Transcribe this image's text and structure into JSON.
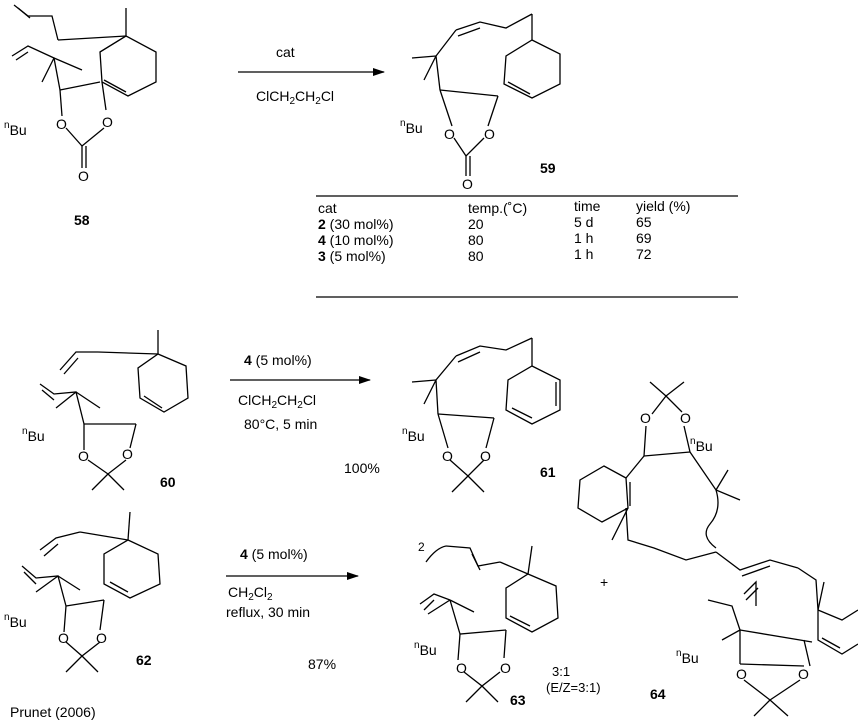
{
  "rows": [
    {
      "reactant": {
        "label": "58",
        "substituent_sup": "n",
        "substituent": "Bu",
        "carbonyl_O": "O",
        "ring_O1": "O",
        "ring_O2": "O"
      },
      "conditions": {
        "above": "cat",
        "below": {
          "a": "ClCH",
          "sub1": "2",
          "b": "CH",
          "sub2": "2",
          "c": "Cl"
        }
      },
      "product": {
        "label": "59",
        "substituent_sup": "n",
        "substituent": "Bu",
        "carbonyl_O": "O",
        "ring_O1": "O",
        "ring_O2": "O"
      }
    },
    {
      "reactant": {
        "label": "60",
        "substituent_sup": "n",
        "substituent": "Bu",
        "ring_O1": "O",
        "ring_O2": "O"
      },
      "conditions": {
        "catalyst": "4",
        "loading": " (5 mol%)",
        "solvent": {
          "a": "ClCH",
          "sub1": "2",
          "b": "CH",
          "sub2": "2",
          "c": "Cl"
        },
        "temp_time": "80°C, 5 min"
      },
      "yield": "100%",
      "product": {
        "label": "61",
        "substituent_sup": "n",
        "substituent": "Bu",
        "ring_O1": "O",
        "ring_O2": "O"
      }
    },
    {
      "reactant": {
        "label": "62",
        "substituent_sup": "n",
        "substituent": "Bu",
        "ring_O1": "O",
        "ring_O2": "O"
      },
      "conditions": {
        "catalyst": "4",
        "loading": " (5 mol%)",
        "solvent": {
          "a": "CH",
          "sub1": "2",
          "b": "Cl",
          "sub2": "2"
        },
        "temp_time": "reflux, 30 min"
      },
      "yield": "87%",
      "product_a": {
        "label": "63",
        "repeat": "2",
        "substituent_sup": "n",
        "substituent": "Bu",
        "ring_O1": "O",
        "ring_O2": "O"
      },
      "plus": "+",
      "ratio": "3:1",
      "ez_ratio": "(E/Z=3:1)",
      "product_b": {
        "label": "64",
        "substituent_sup": "n",
        "substituent": "Bu",
        "ring_O1": "O",
        "ring_O2": "O",
        "ring_O3": "O",
        "ring_O4": "O"
      }
    }
  ],
  "table": {
    "headers": [
      "cat",
      "temp.(˚C)",
      "time",
      "yield (%)"
    ],
    "rows": [
      {
        "cat_id": "2",
        "cat_loading": " (30 mol%)",
        "temp": "20",
        "time": "5 d",
        "yield": "65"
      },
      {
        "cat_id": "4",
        "cat_loading": " (10 mol%)",
        "temp": "80",
        "time": "1 h",
        "yield": "69"
      },
      {
        "cat_id": "3",
        "cat_loading": " (5 mol%)",
        "temp": "80",
        "time": "1 h",
        "yield": "72"
      }
    ]
  },
  "credit": "Prunet (2006)"
}
